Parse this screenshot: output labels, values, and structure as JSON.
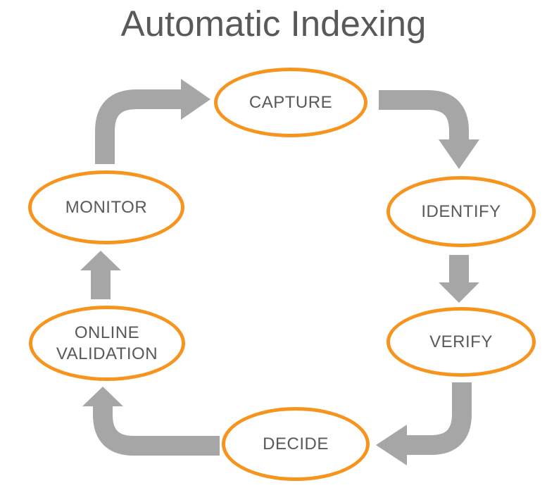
{
  "title": "Automatic Indexing",
  "diagram": {
    "type": "cycle",
    "direction": "clockwise",
    "nodes": [
      {
        "id": "capture",
        "label": "CAPTURE"
      },
      {
        "id": "identify",
        "label": "IDENTIFY"
      },
      {
        "id": "verify",
        "label": "VERIFY"
      },
      {
        "id": "decide",
        "label": "DECIDE"
      },
      {
        "id": "online-validation",
        "label": "ONLINE VALIDATION"
      },
      {
        "id": "monitor",
        "label": "MONITOR"
      }
    ],
    "edges": [
      {
        "from": "capture",
        "to": "identify"
      },
      {
        "from": "identify",
        "to": "verify"
      },
      {
        "from": "verify",
        "to": "decide"
      },
      {
        "from": "decide",
        "to": "online-validation"
      },
      {
        "from": "online-validation",
        "to": "monitor"
      },
      {
        "from": "monitor",
        "to": "capture"
      }
    ]
  },
  "colors": {
    "node-border": "#F7941E",
    "arrow": "#A6A6A6",
    "text": "#595959",
    "background": "#FFFFFF"
  }
}
